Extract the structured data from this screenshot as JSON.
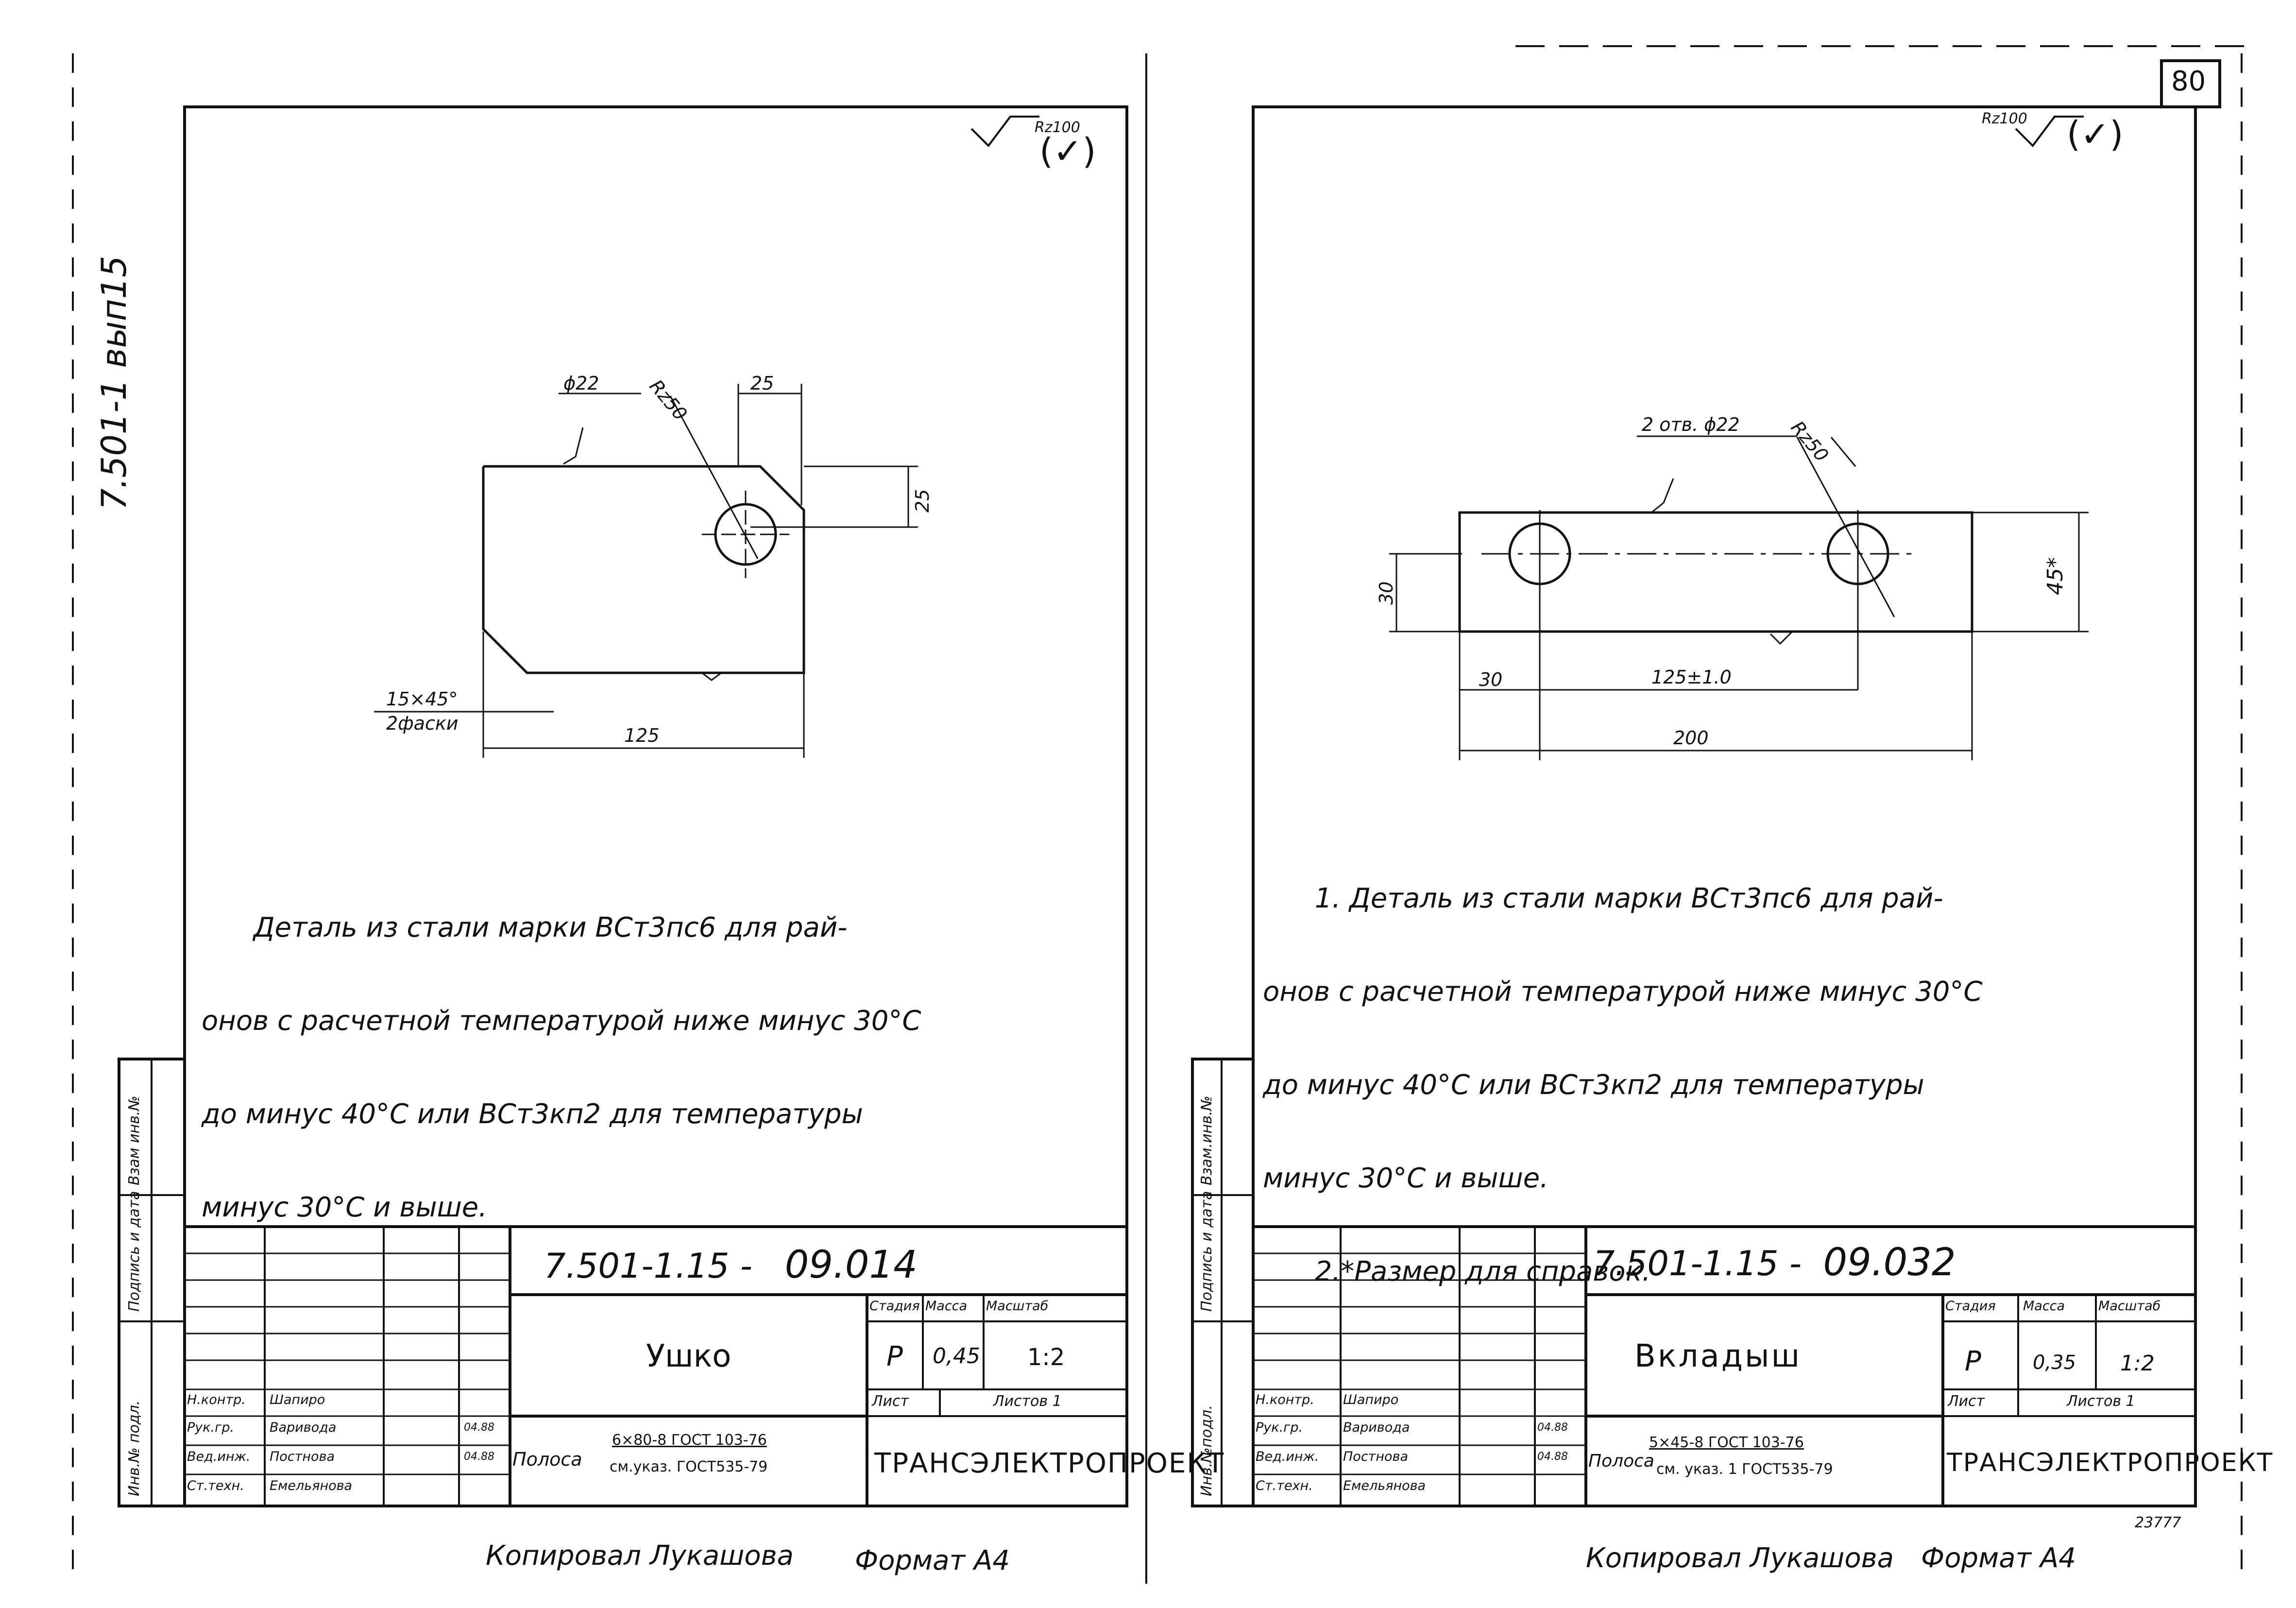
{
  "page_number": "80",
  "series_label": "7.501-1 вып15",
  "bottom_number": "23777",
  "sheets": [
    {
      "roughness": "Rz100",
      "roughness_mark": "(✓)",
      "dims": {
        "hole": "ϕ22",
        "radius": "Rz50",
        "offset_top": "25",
        "edge_right": "25",
        "chamfer_line1": "15×45°",
        "chamfer_line2": "2фаски",
        "length": "125"
      },
      "note_lines": [
        "      Деталь из стали марки ВСт3пс6 для рай-",
        "онов с расчетной температурой ниже минус 30°С",
        "до минус 40°С или ВСт3кп2 для температуры",
        "минус 30°С и выше."
      ],
      "side_labels": [
        "Взам инв.№",
        "Подпись и дата",
        "Инв.№ подл."
      ],
      "doc_code": "7.501-1.15 -",
      "doc_num": "09.014",
      "name": "Ушко",
      "header": {
        "stage": "Стадия",
        "mass": "Масса",
        "scale": "Масштаб"
      },
      "values": {
        "stage": "Р",
        "mass": "0,45",
        "scale": "1:2"
      },
      "sheet_label": "Лист",
      "sheets_label": "Листов 1",
      "material_prefix": "Полоса",
      "material_line1": "6×80-8 ГОСТ 103-76",
      "material_line2": "см.указ.   ГОСТ535-79",
      "org": "ТРАНСЭЛЕКТРОПРОЕКТ",
      "people": [
        {
          "role": "Н.контр.",
          "name": "Шапиро",
          "date": ""
        },
        {
          "role": "Рук.гр.",
          "name": "Варивода",
          "date": "04.88"
        },
        {
          "role": "Вед.инж.",
          "name": "Постнова",
          "date": "04.88"
        },
        {
          "role": "Ст.техн.",
          "name": "Емельянова",
          "date": ""
        }
      ],
      "footer_copy": "Копировал Лукашова",
      "footer_format": "Формат А4"
    },
    {
      "roughness": "Rz100",
      "roughness_mark": "(✓)",
      "dims": {
        "holes": "2 отв. ϕ22",
        "radius": "Rz50",
        "height": "30",
        "width_ref": "45*",
        "left": "30",
        "spacing": "125±1.0",
        "length": "200"
      },
      "note_lines": [
        "      1. Деталь из стали марки ВСт3пс6 для рай-",
        "онов с расчетной температурой ниже минус 30°С",
        "до минус 40°С или ВСт3кп2 для температуры",
        "минус 30°С и выше.",
        "      2.*Размер для справок."
      ],
      "side_labels": [
        "Взам.инв.№",
        "Подпись и дата",
        "Инв.№подл."
      ],
      "doc_code": "7.501-1.15 -",
      "doc_num": "09.032",
      "name": "Вкладыш",
      "header": {
        "stage": "Стадия",
        "mass": "Масса",
        "scale": "Масштаб"
      },
      "values": {
        "stage": "Р",
        "mass": "0,35",
        "scale": "1:2"
      },
      "sheet_label": "Лист",
      "sheets_label": "Листов 1",
      "material_prefix": "Полоса",
      "material_line1": "5×45-8 ГОСТ 103-76",
      "material_line2": "см. указ. 1  ГОСТ535-79",
      "org": "ТРАНСЭЛЕКТРОПРОЕКТ",
      "people": [
        {
          "role": "Н.контр.",
          "name": "Шапиро",
          "date": ""
        },
        {
          "role": "Рук.гр.",
          "name": "Варивода",
          "date": "04.88"
        },
        {
          "role": "Вед.инж.",
          "name": "Постнова",
          "date": "04.88"
        },
        {
          "role": "Ст.техн.",
          "name": "Емельянова",
          "date": ""
        }
      ],
      "footer_copy": "Копировал Лукашова",
      "footer_format": "Формат А4"
    }
  ]
}
